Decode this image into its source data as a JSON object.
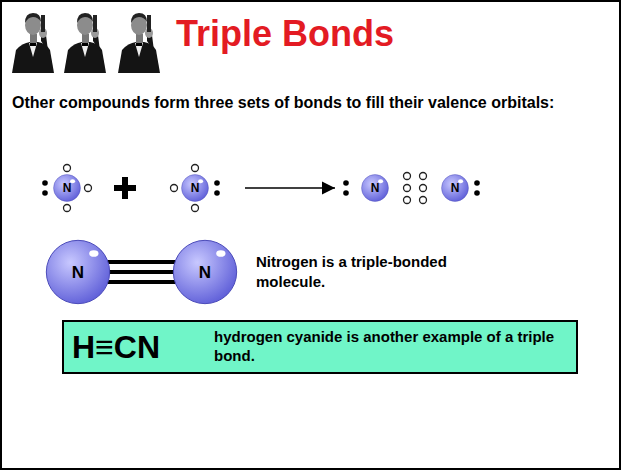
{
  "diagram": {
    "title": "Triple Bonds",
    "nodes": [
      {
        "text": [
          "N"
        ]
      },
      {
        "text": [
          "N"
        ]
      },
      {
        "text": [
          "N"
        ]
      },
      {
        "text": [
          "N"
        ]
      },
      {
        "text": [
          "N"
        ]
      },
      {
        "text": [
          "N"
        ]
      },
      {
        "text": [
          "H≡CN",
          "hydrogen cyanide is another example of a triple bond."
        ]
      }
    ],
    "edges": [
      {
        "from": 1,
        "to": 2,
        "arrow": "to"
      },
      {
        "from": 4,
        "to": 5,
        "arrow": "none"
      }
    ],
    "labels": [
      "Other compounds form three sets of bonds to fill their valence orbitals:",
      "Nitrogen is a triple-bonded molecule."
    ]
  }
}
